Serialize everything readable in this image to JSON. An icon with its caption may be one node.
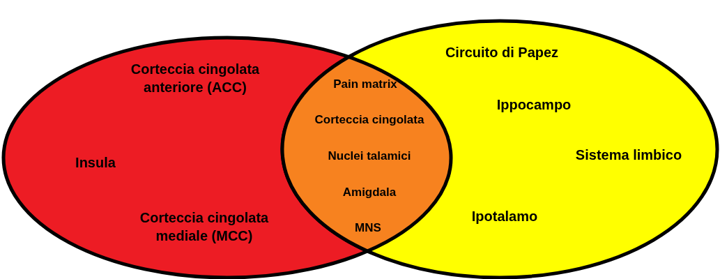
{
  "diagram": {
    "nodes": [
      {
        "text": [
          "Corteccia cingolata anteriore (ACC)",
          "Insula",
          "Corteccia cingolata mediale (MCC)"
        ]
      },
      {
        "text": [
          "Pain matrix",
          "Corteccia cingolata",
          "Nuclei talamici",
          "Amigdala",
          "MNS"
        ]
      },
      {
        "text": [
          "Circuito di Papez",
          "Ippocampo",
          "Sistema limbico",
          "Ipotalamo"
        ]
      }
    ]
  }
}
